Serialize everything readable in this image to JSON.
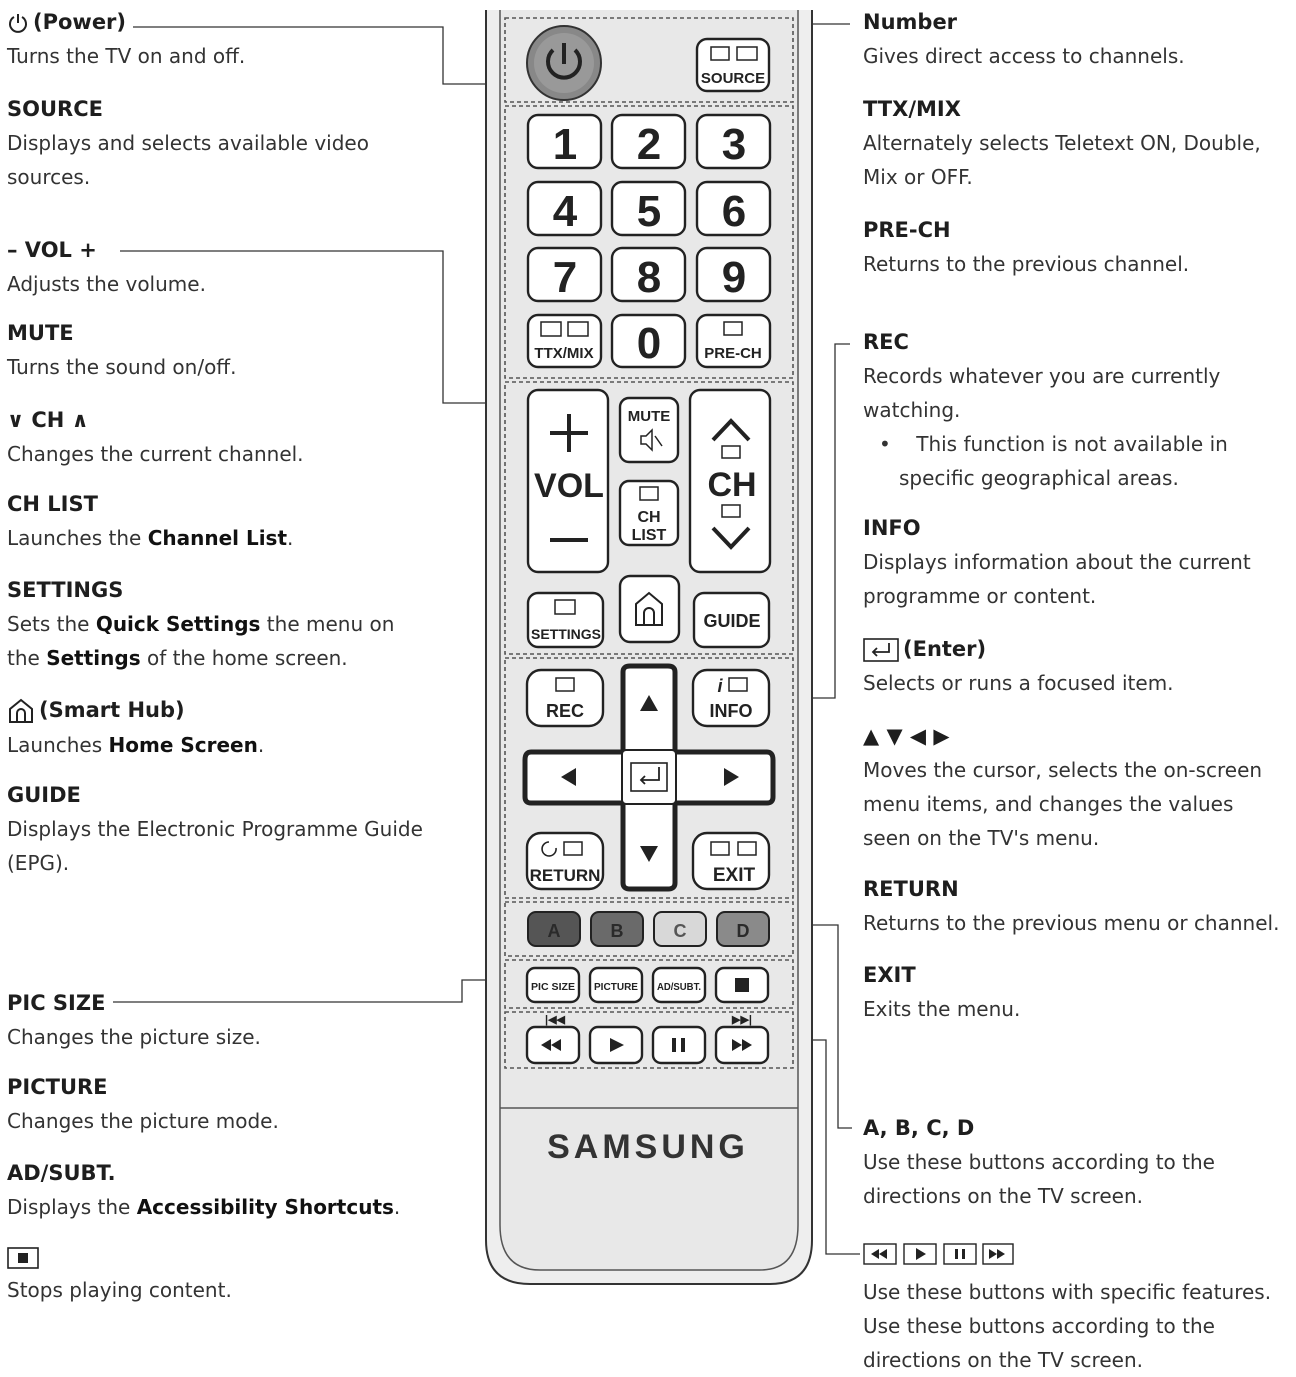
{
  "left": {
    "power": {
      "title": "(Power)",
      "desc": "Turns the TV on and off."
    },
    "source": {
      "title": "SOURCE",
      "desc": "Displays and selects available video sources."
    },
    "vol": {
      "title": "– VOL +",
      "desc": "Adjusts the volume."
    },
    "mute": {
      "title": "MUTE",
      "desc": "Turns the sound on/off."
    },
    "ch": {
      "title": "CH",
      "desc": "Changes the current channel."
    },
    "chlist": {
      "title": "CH LIST",
      "desc_pre": "Launches the ",
      "desc_bold": "Channel List",
      "desc_post": "."
    },
    "settings": {
      "title": "SETTINGS",
      "desc_pre": "Sets the ",
      "desc_bold": "Quick Settings",
      "desc_mid": " the menu on the ",
      "desc_bold2": "Settings",
      "desc_post": " of the home screen."
    },
    "smarthub": {
      "title": "(Smart Hub)",
      "desc_pre": "Launches ",
      "desc_bold": "Home Screen",
      "desc_post": "."
    },
    "guide": {
      "title": "GUIDE",
      "desc": "Displays the Electronic Programme Guide (EPG)."
    },
    "picsize": {
      "title": "PIC SIZE",
      "desc": "Changes the picture size."
    },
    "picture": {
      "title": "PICTURE",
      "desc": "Changes the picture mode."
    },
    "adsubt": {
      "title": "AD/SUBT.",
      "desc_pre": "Displays the ",
      "desc_bold": "Accessibility Shortcuts",
      "desc_post": "."
    },
    "stop": {
      "desc": "Stops playing content."
    }
  },
  "right": {
    "number": {
      "title": "Number",
      "desc": "Gives direct access to channels."
    },
    "ttx": {
      "title": "TTX/MIX",
      "desc": "Alternately selects Teletext ON, Double, Mix or OFF."
    },
    "prech": {
      "title": "PRE-CH",
      "desc": "Returns to the previous channel."
    },
    "rec": {
      "title": "REC",
      "desc": "Records whatever you are currently watching.",
      "note": "This function is not available in specific geographical areas."
    },
    "info": {
      "title": "INFO",
      "desc": "Displays information about the current programme or content."
    },
    "enter": {
      "title": "(Enter)",
      "desc": "Selects or runs a focused item."
    },
    "arrows": {
      "desc": "Moves the cursor, selects the on-screen menu items, and changes the values seen on the TV's menu."
    },
    "return": {
      "title": "RETURN",
      "desc": "Returns to the previous menu or channel."
    },
    "exit": {
      "title": "EXIT",
      "desc": "Exits the menu."
    },
    "abcd": {
      "title": "A, B, C, D",
      "desc": "Use these buttons according to the directions on the TV screen."
    },
    "media": {
      "desc1": "Use these buttons with specific features.",
      "desc2": "Use these buttons according to the directions on the TV screen."
    }
  },
  "remote": {
    "brand": "SAMSUNG",
    "source_label": "SOURCE",
    "digits": [
      "1",
      "2",
      "3",
      "4",
      "5",
      "6",
      "7",
      "8",
      "9",
      "0"
    ],
    "ttx_label": "TTX/MIX",
    "prech_label": "PRE-CH",
    "vol_label": "VOL",
    "mute_label": "MUTE",
    "ch_label": "CH",
    "chlist_label1": "CH",
    "chlist_label2": "LIST",
    "settings_label": "SETTINGS",
    "guide_label": "GUIDE",
    "rec_label": "REC",
    "info_label": "INFO",
    "return_label": "RETURN",
    "exit_label": "EXIT",
    "color_keys": [
      "A",
      "B",
      "C",
      "D"
    ],
    "func_keys": [
      "PIC SIZE",
      "PICTURE",
      "AD/SUBT."
    ]
  }
}
